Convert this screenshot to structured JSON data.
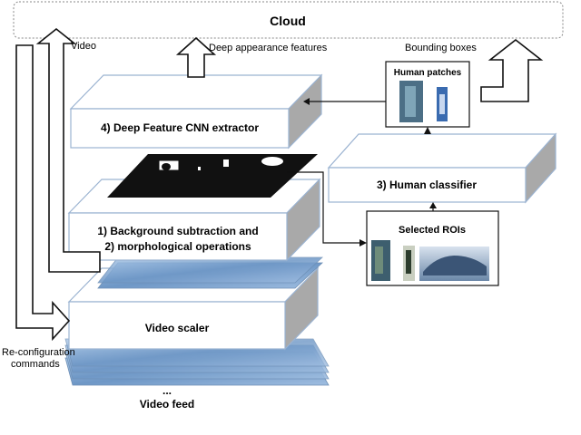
{
  "cloud": {
    "label": "Cloud"
  },
  "labels": {
    "video": "Video",
    "deep_features": "Deep appearance features",
    "bounding_boxes": "Bounding boxes",
    "reconfig_line1": "Re-configuration",
    "reconfig_line2": "commands",
    "ellipsis": "...",
    "video_feed": "Video feed"
  },
  "stages": {
    "cnn_extractor": "4) Deep Feature CNN extractor",
    "bg_line1": "1) Background subtraction and",
    "bg_line2": "2) morphological operations",
    "human_classifier": "3) Human classifier",
    "video_scaler": "Video scaler"
  },
  "panels": {
    "human_patches": "Human patches",
    "selected_rois": "Selected ROIs"
  },
  "colors": {
    "box_border": "#9bb3d1",
    "box_side": "#a9a9a9",
    "frame_blue": "#7fa6cf",
    "mask_black": "#111111"
  }
}
